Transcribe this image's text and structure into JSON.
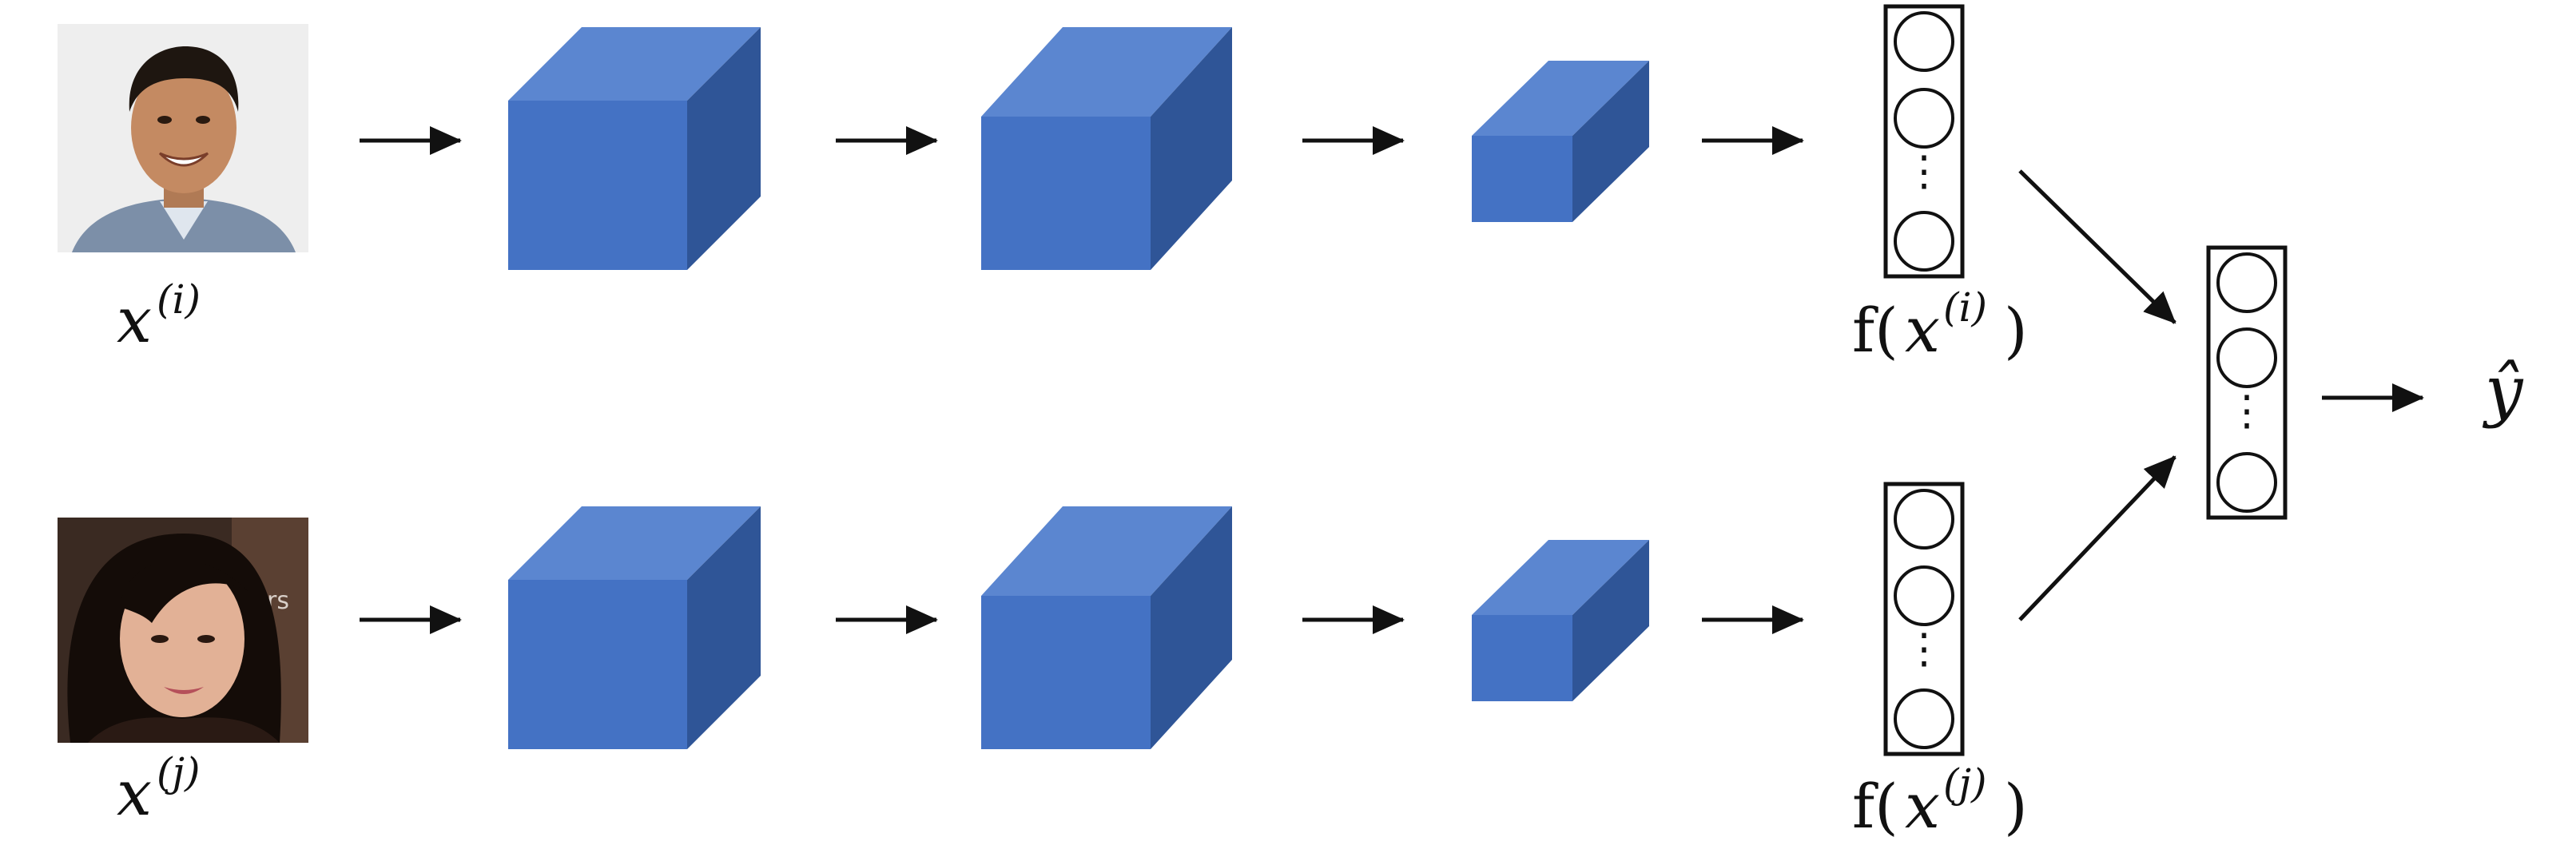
{
  "colors": {
    "cube_front": "#4472C4",
    "cube_top": "#5B86D0",
    "cube_side": "#2F5597",
    "line": "#111111",
    "background": "#FFFFFF"
  },
  "inputs": [
    {
      "kind": "photo",
      "subject": "smiling man face photo",
      "label": {
        "base": "x",
        "sup": "(i)"
      }
    },
    {
      "kind": "photo",
      "subject": "smiling woman face photo",
      "label": {
        "base": "x",
        "sup": "(j)"
      }
    }
  ],
  "encodings": [
    {
      "label": {
        "prefix": "f(",
        "base": "x",
        "sup": "(i)",
        "suffix": ")"
      }
    },
    {
      "label": {
        "prefix": "f(",
        "base": "x",
        "sup": "(j)",
        "suffix": ")"
      }
    }
  ],
  "output": {
    "symbol": "ŷ"
  },
  "ellipsis": "⋮"
}
